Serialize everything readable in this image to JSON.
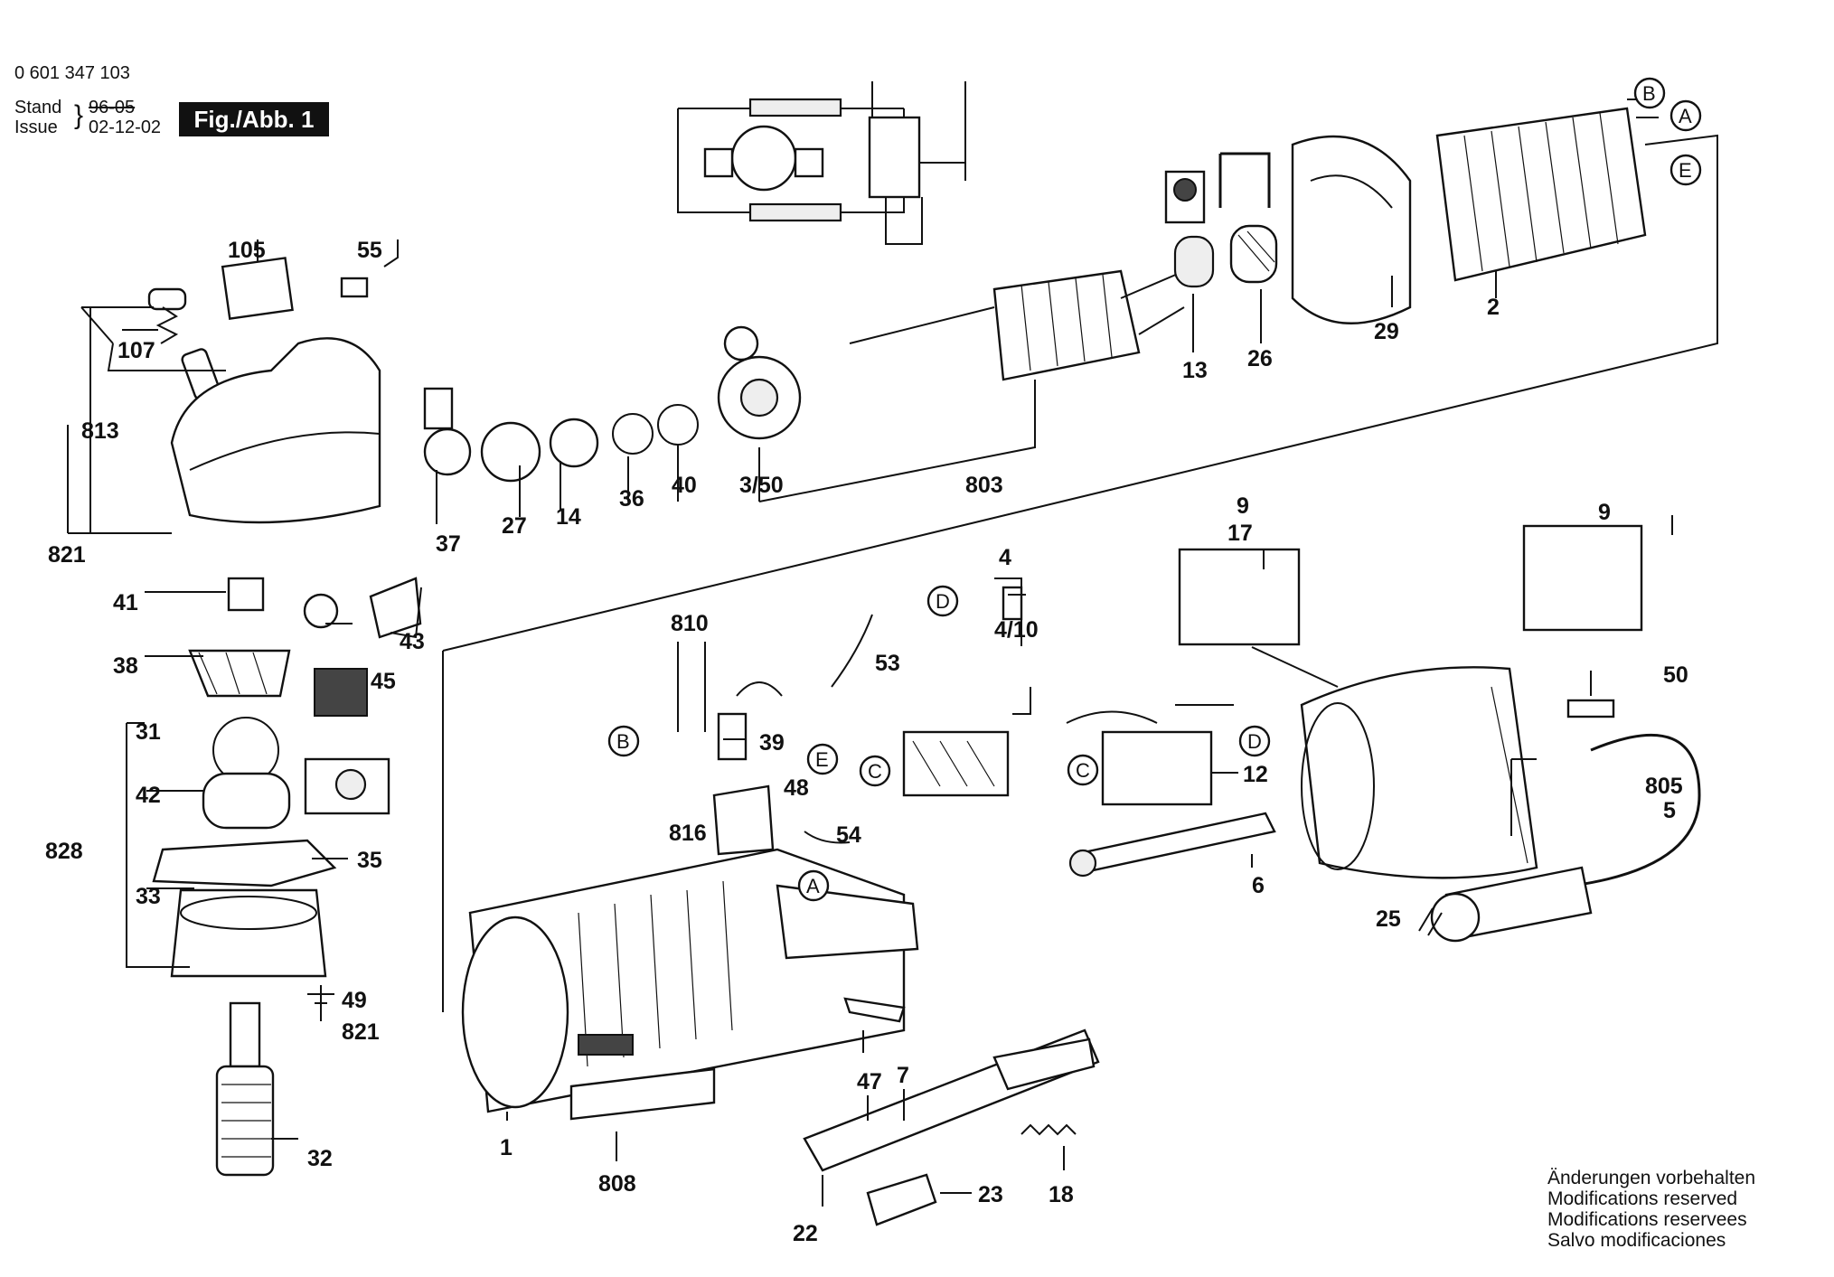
{
  "header": {
    "part_number": "0 601 347 103",
    "stand_label": "Stand",
    "issue_label": "Issue",
    "stand_date_struck": "96-05",
    "issue_date": "02-12-02",
    "figure_badge": "Fig./Abb. 1"
  },
  "notes": [
    "Änderungen vorbehalten",
    "Modifications reserved",
    "Modifications reservees",
    "Salvo modificaciones"
  ],
  "callouts": {
    "p105": "105",
    "p55": "55",
    "p107": "107",
    "p813": "813",
    "p821a": "821",
    "p37": "37",
    "p27": "27",
    "p14": "14",
    "p36": "36",
    "p40": "40",
    "p3_50": "3/50",
    "p803": "803",
    "p13": "13",
    "p26": "26",
    "p29": "29",
    "p2": "2",
    "p41": "41",
    "p43": "43",
    "p38": "38",
    "p45": "45",
    "p31": "31",
    "p42": "42",
    "p828": "828",
    "p35": "35",
    "p33": "33",
    "p49": "49",
    "p821b": "821",
    "p32": "32",
    "p810": "810",
    "p53": "53",
    "p39": "39",
    "p4": "4",
    "p4_10": "4/10",
    "p48": "48",
    "p816": "816",
    "p54": "54",
    "p12": "12",
    "p9a": "9",
    "p17": "17",
    "p9b": "9",
    "p50": "50",
    "p805": "805",
    "p5": "5",
    "p6": "6",
    "p25": "25",
    "p1": "1",
    "p47": "47",
    "p7": "7",
    "p808": "808",
    "p22": "22",
    "p23": "23",
    "p18": "18"
  },
  "connection_markers": {
    "B_top": "B",
    "A_top": "A",
    "E_top": "E",
    "D_mid": "D",
    "B_mid": "B",
    "E_mid": "E",
    "C_mid": "C",
    "C_right": "C",
    "D_right": "D",
    "A_low": "A"
  }
}
